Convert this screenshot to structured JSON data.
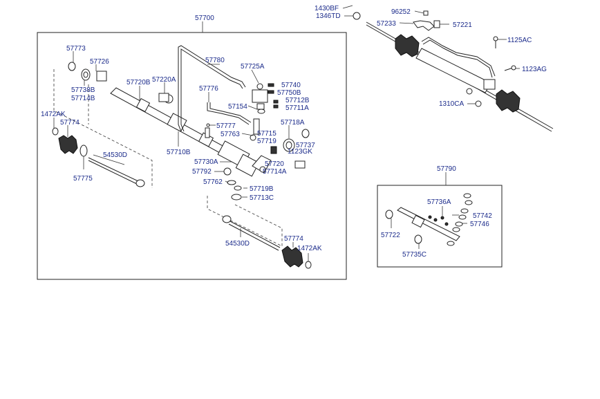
{
  "labels": {
    "assembly": "57700",
    "kit": "57790",
    "l57773": "57773",
    "l57726": "57726",
    "l57738B": "57738B",
    "l57714B": "57714B",
    "l57720B": "57720B",
    "l57220A": "57220A",
    "l57780": "57780",
    "l57725A": "57725A",
    "l57776": "57776",
    "l57740": "57740",
    "l57750B": "57750B",
    "l57712B": "57712B",
    "l57711A": "57711A",
    "l57154": "57154",
    "l1472AK_left": "1472AK",
    "l57774_left": "57774",
    "l57777": "57777",
    "l57763": "57763",
    "l57715": "57715",
    "l57719": "57719",
    "l57718A": "57718A",
    "l57737": "57737",
    "l1123GK": "1123GK",
    "l54530D_left": "54530D",
    "l57710B": "57710B",
    "l57730A": "57730A",
    "l57720": "57720",
    "l57714A": "57714A",
    "l57792": "57792",
    "l57775": "57775",
    "l57762": "57762",
    "l57719B": "57719B",
    "l57713C": "57713C",
    "l57774_right": "57774",
    "l54530D_right": "54530D",
    "l1472AK_right": "1472AK",
    "l1430BF": "1430BF",
    "l1346TD": "1346TD",
    "l96252": "96252",
    "l57233": "57233",
    "l57221": "57221",
    "l1125AC": "1125AC",
    "l1123AG": "1123AG",
    "l1310CA": "1310CA",
    "l57736A": "57736A",
    "l57742": "57742",
    "l57746": "57746",
    "l57722": "57722",
    "l57735C": "57735C"
  }
}
